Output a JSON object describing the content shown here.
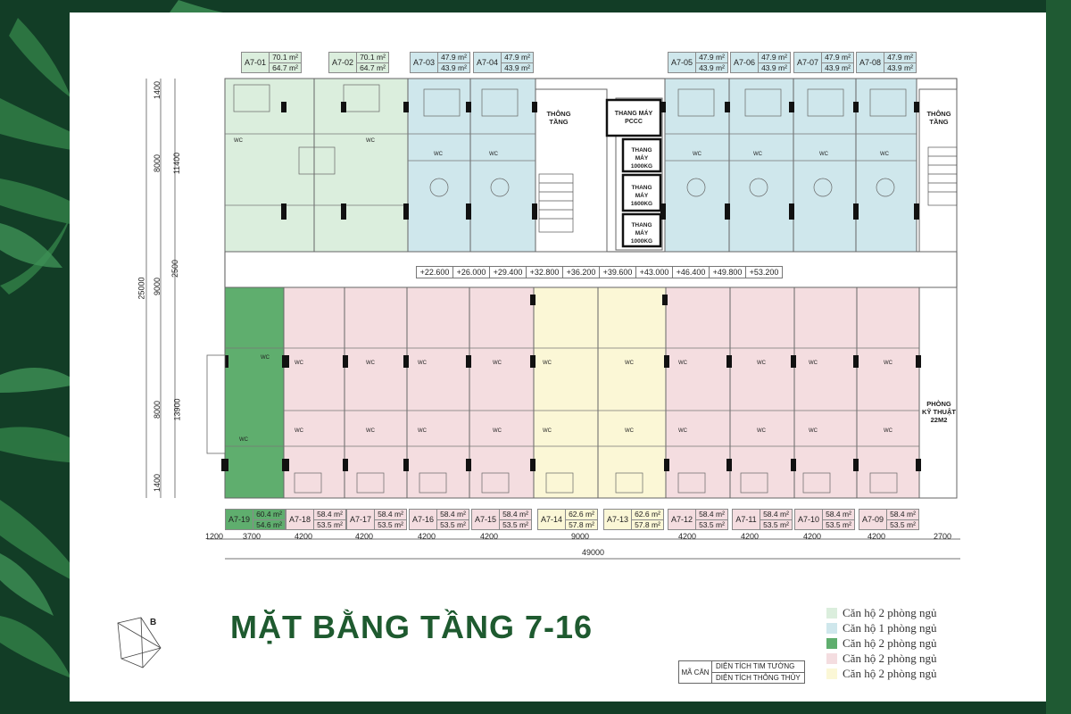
{
  "title": "MẶT BẰNG TẦNG 7-16",
  "colors": {
    "two_bed_light_green": "#dbeedd",
    "one_bed_blue": "#cfe7ec",
    "two_bed_green": "#5fae6e",
    "two_bed_pink": "#f4dde0",
    "two_bed_yellow": "#fbf7d6",
    "page_border": "#123d26",
    "title_green": "#1e5a2f"
  },
  "legend": [
    {
      "label": "Căn hộ 2 phòng ngủ",
      "color": "#dbeedd"
    },
    {
      "label": "Căn hộ 1 phòng ngủ",
      "color": "#cfe7ec"
    },
    {
      "label": "Căn hộ 2 phòng ngủ",
      "color": "#5fae6e"
    },
    {
      "label": "Căn hộ 2 phòng ngủ",
      "color": "#f4dde0"
    },
    {
      "label": "Căn hộ 2 phòng ngủ",
      "color": "#fbf7d6"
    }
  ],
  "key": {
    "code": "MÃ CĂN",
    "area1": "DIỆN TÍCH TIM TƯỜNG",
    "area2": "DIỆN TÍCH THÔNG THỦY"
  },
  "top_units": [
    {
      "code": "A7-01",
      "a1": "70.1 m²",
      "a2": "64.7 m²"
    },
    {
      "code": "A7-02",
      "a1": "70.1 m²",
      "a2": "64.7 m²"
    },
    {
      "code": "A7-03",
      "a1": "47.9 m²",
      "a2": "43.9 m²"
    },
    {
      "code": "A7-04",
      "a1": "47.9 m²",
      "a2": "43.9 m²"
    },
    {
      "code": "A7-05",
      "a1": "47.9 m²",
      "a2": "43.9 m²"
    },
    {
      "code": "A7-06",
      "a1": "47.9 m²",
      "a2": "43.9 m²"
    },
    {
      "code": "A7-07",
      "a1": "47.9 m²",
      "a2": "43.9 m²"
    },
    {
      "code": "A7-08",
      "a1": "47.9 m²",
      "a2": "43.9 m²"
    }
  ],
  "bottom_units": [
    {
      "code": "A7-19",
      "a1": "60.4 m²",
      "a2": "54.6 m²"
    },
    {
      "code": "A7-18",
      "a1": "58.4 m²",
      "a2": "53.5 m²"
    },
    {
      "code": "A7-17",
      "a1": "58.4 m²",
      "a2": "53.5 m²"
    },
    {
      "code": "A7-16",
      "a1": "58.4 m²",
      "a2": "53.5 m²"
    },
    {
      "code": "A7-15",
      "a1": "58.4 m²",
      "a2": "53.5 m²"
    },
    {
      "code": "A7-14",
      "a1": "62.6 m²",
      "a2": "57.8 m²"
    },
    {
      "code": "A7-13",
      "a1": "62.6 m²",
      "a2": "57.8 m²"
    },
    {
      "code": "A7-12",
      "a1": "58.4 m²",
      "a2": "53.5 m²"
    },
    {
      "code": "A7-11",
      "a1": "58.4 m²",
      "a2": "53.5 m²"
    },
    {
      "code": "A7-10",
      "a1": "58.4 m²",
      "a2": "53.5 m²"
    },
    {
      "code": "A7-09",
      "a1": "58.4 m²",
      "a2": "53.5 m²"
    }
  ],
  "elevations": [
    "+22.600",
    "+26.000",
    "+29.400",
    "+32.800",
    "+36.200",
    "+39.600",
    "+43.000",
    "+46.400",
    "+49.800",
    "+53.200"
  ],
  "rooms": {
    "stair_left": "THÔNG\nTẦNG",
    "stair_right": "THÔNG\nTẦNG",
    "lift_fire": "THANG MÁY\nPCCC",
    "lift1": "THANG MÁY\n1000KG",
    "lift2": "THANG MÁY\n1600KG",
    "lift3": "THANG MÁY\n1000KG",
    "tech": "PHÒNG\nKỸ THUẬT\n22M2"
  },
  "dims_bottom": [
    "1200",
    "3700",
    "4200",
    "4200",
    "4200",
    "4200",
    "9000",
    "4200",
    "4200",
    "4200",
    "4200",
    "2700"
  ],
  "dim_total": "49000",
  "dims_left_inner": [
    "1400",
    "8000",
    "9000",
    "8000",
    "1400"
  ],
  "dims_left_mid": [
    "11400",
    "2500",
    "13900"
  ],
  "dim_left_total": "25000",
  "wc_label": "WC"
}
